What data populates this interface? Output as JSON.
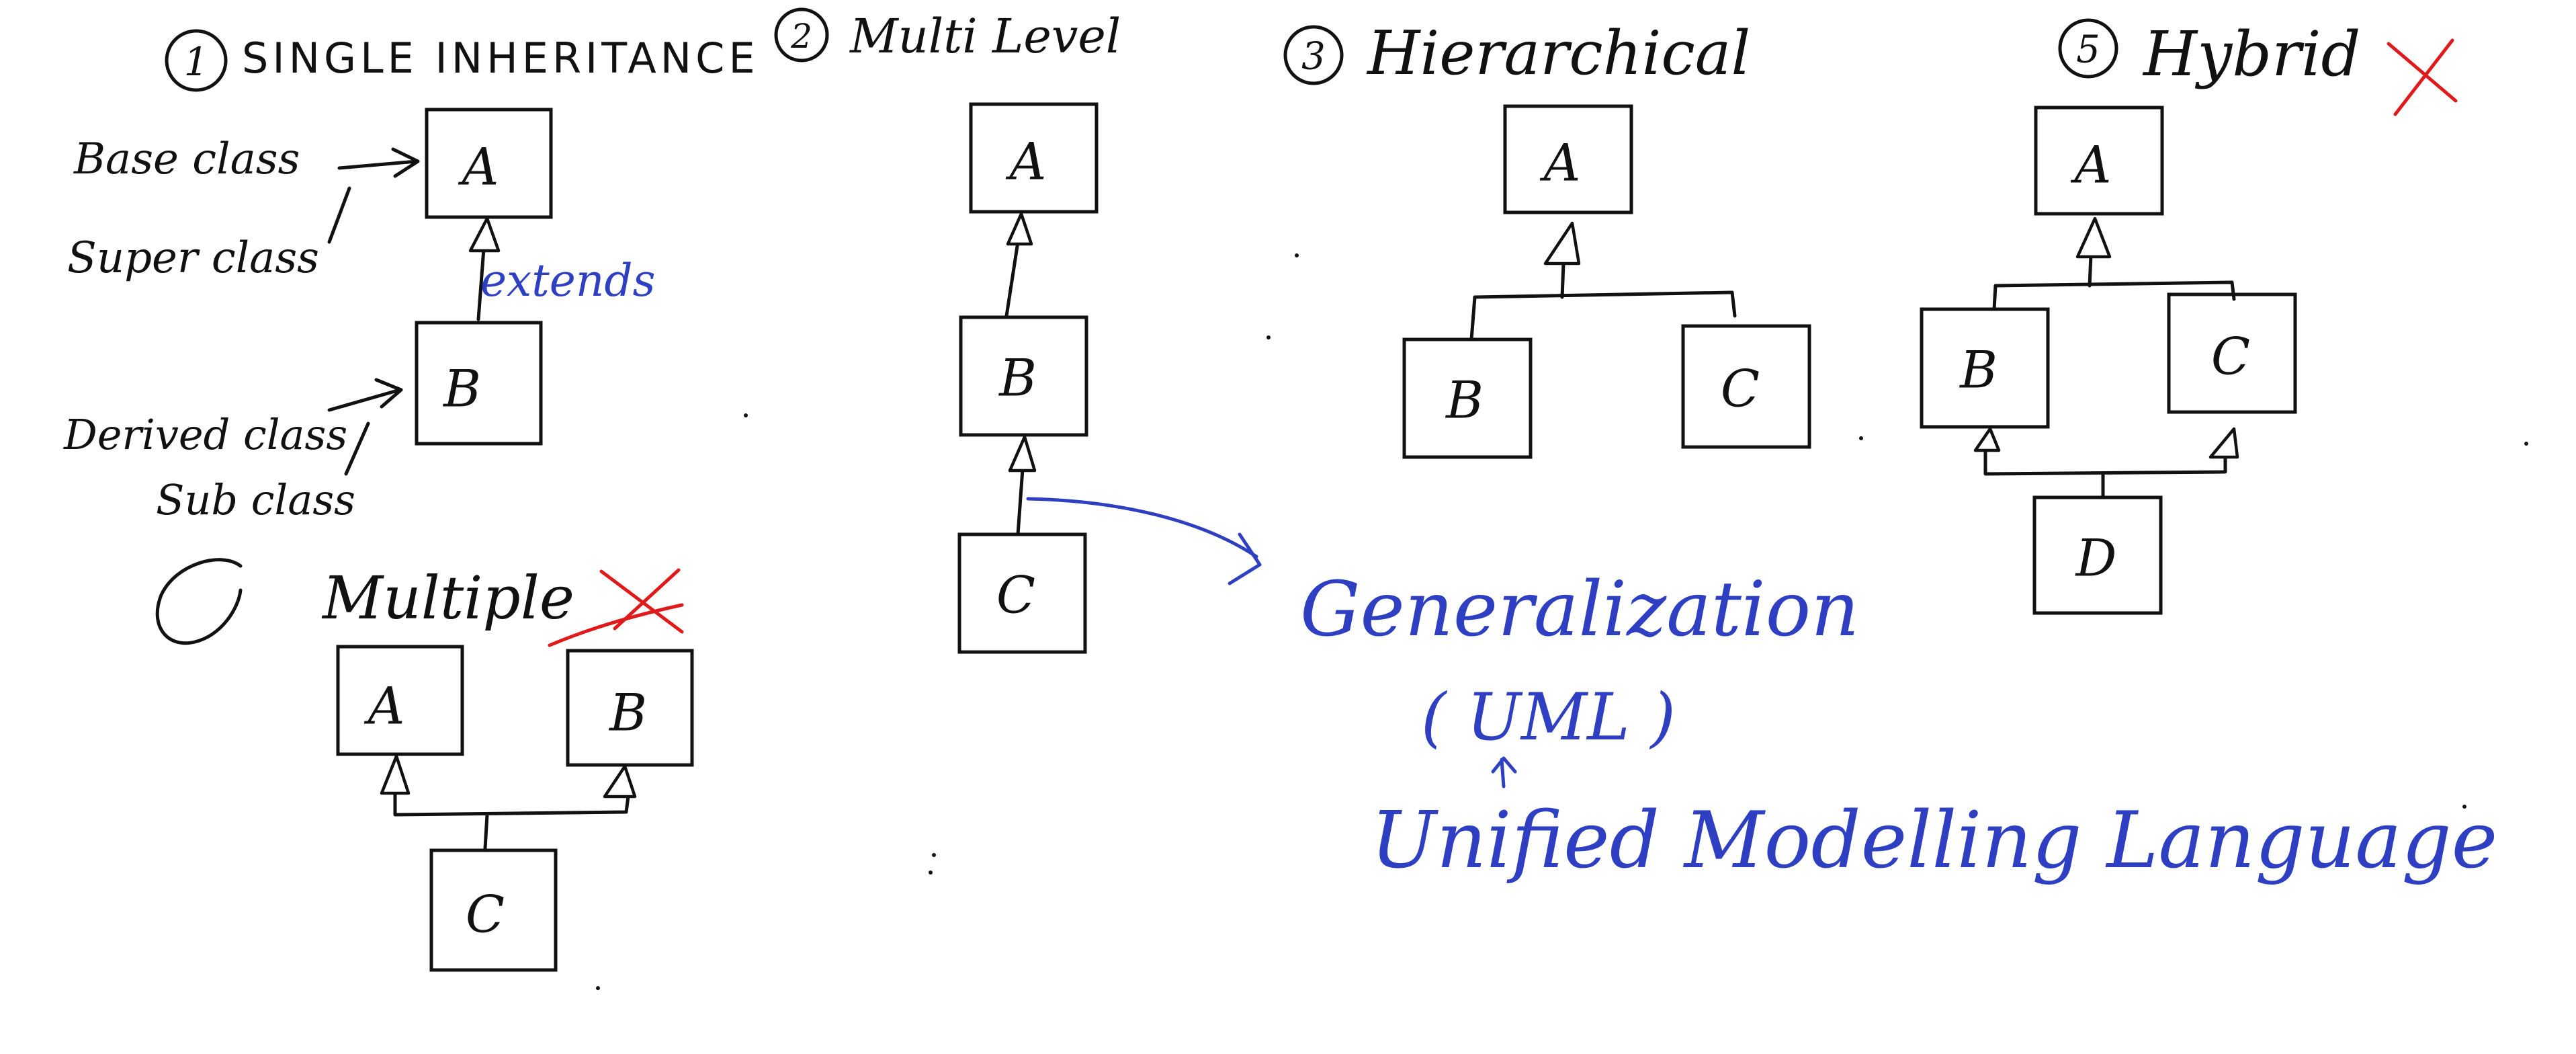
{
  "sections": {
    "single": {
      "number": "1",
      "title": "SINGLE INHERITANCE",
      "box_a": "A",
      "box_b": "B",
      "label_base": "Base class",
      "label_super": "Super class",
      "label_derived": "Derived class",
      "label_sub": "Sub class",
      "label_extends": "extends"
    },
    "multilevel": {
      "number": "2",
      "title": "Multi Level",
      "box_a": "A",
      "box_b": "B",
      "box_c": "C"
    },
    "hierarchical": {
      "number": "3",
      "title": "Hierarchical",
      "box_a": "A",
      "box_b": "B",
      "box_c": "C"
    },
    "hybrid": {
      "number": "5",
      "title": "Hybrid",
      "box_a": "A",
      "box_b": "B",
      "box_c": "C",
      "box_d": "D"
    },
    "multiple": {
      "title": "Multiple",
      "box_a": "A",
      "box_b": "B",
      "box_c": "C"
    }
  },
  "notes": {
    "generalization": "Generalization",
    "uml": "( UML )",
    "uml_expanded": "Unified Modelling Language"
  },
  "colors": {
    "ink": "#111111",
    "blue_ink": "#2e3fc2",
    "red_ink": "#e01a1a"
  }
}
